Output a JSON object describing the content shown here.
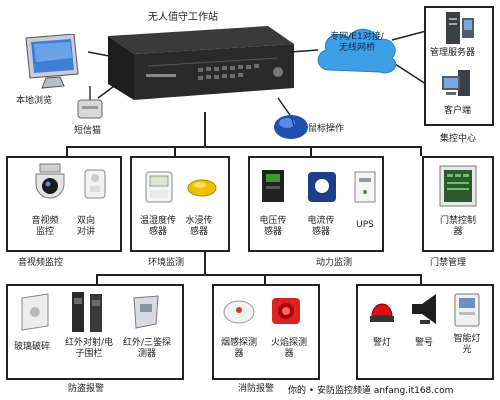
{
  "top": {
    "workstation_label": "无人值守工作站",
    "local_browse_label": "本地浏览",
    "sms_cat_label": "短信猫",
    "mouse_label": "鼠标操作",
    "network_label": "专网/E1对接/无线网桥",
    "mgmt_server_label": "管理服务器",
    "client_label": "客户端",
    "center_label": "集控中心"
  },
  "modules": {
    "av": {
      "title": "音视频监控",
      "items": [
        "音视频监控",
        "双向对讲"
      ]
    },
    "env": {
      "title": "环境监测",
      "items": [
        "温湿度传感器",
        "水浸传感器"
      ]
    },
    "power": {
      "title": "动力监测",
      "items": [
        "电压传感器",
        "电流传感器",
        "UPS"
      ]
    },
    "access": {
      "title": "门禁管理",
      "items": [
        "门禁控制器"
      ]
    },
    "intrusion": {
      "title": "防盗报警",
      "items": [
        "玻璃破碎",
        "红外对射/电子围栏",
        "红外/三鉴探测器"
      ]
    },
    "fire": {
      "title": "消防报警",
      "items": [
        "烟感探测器",
        "火焰探测器"
      ]
    },
    "alarm": {
      "items": [
        "警灯",
        "警号",
        "智能灯光"
      ]
    }
  },
  "watermark": "你的 • 安防监控频道 anfang.it168.com"
}
